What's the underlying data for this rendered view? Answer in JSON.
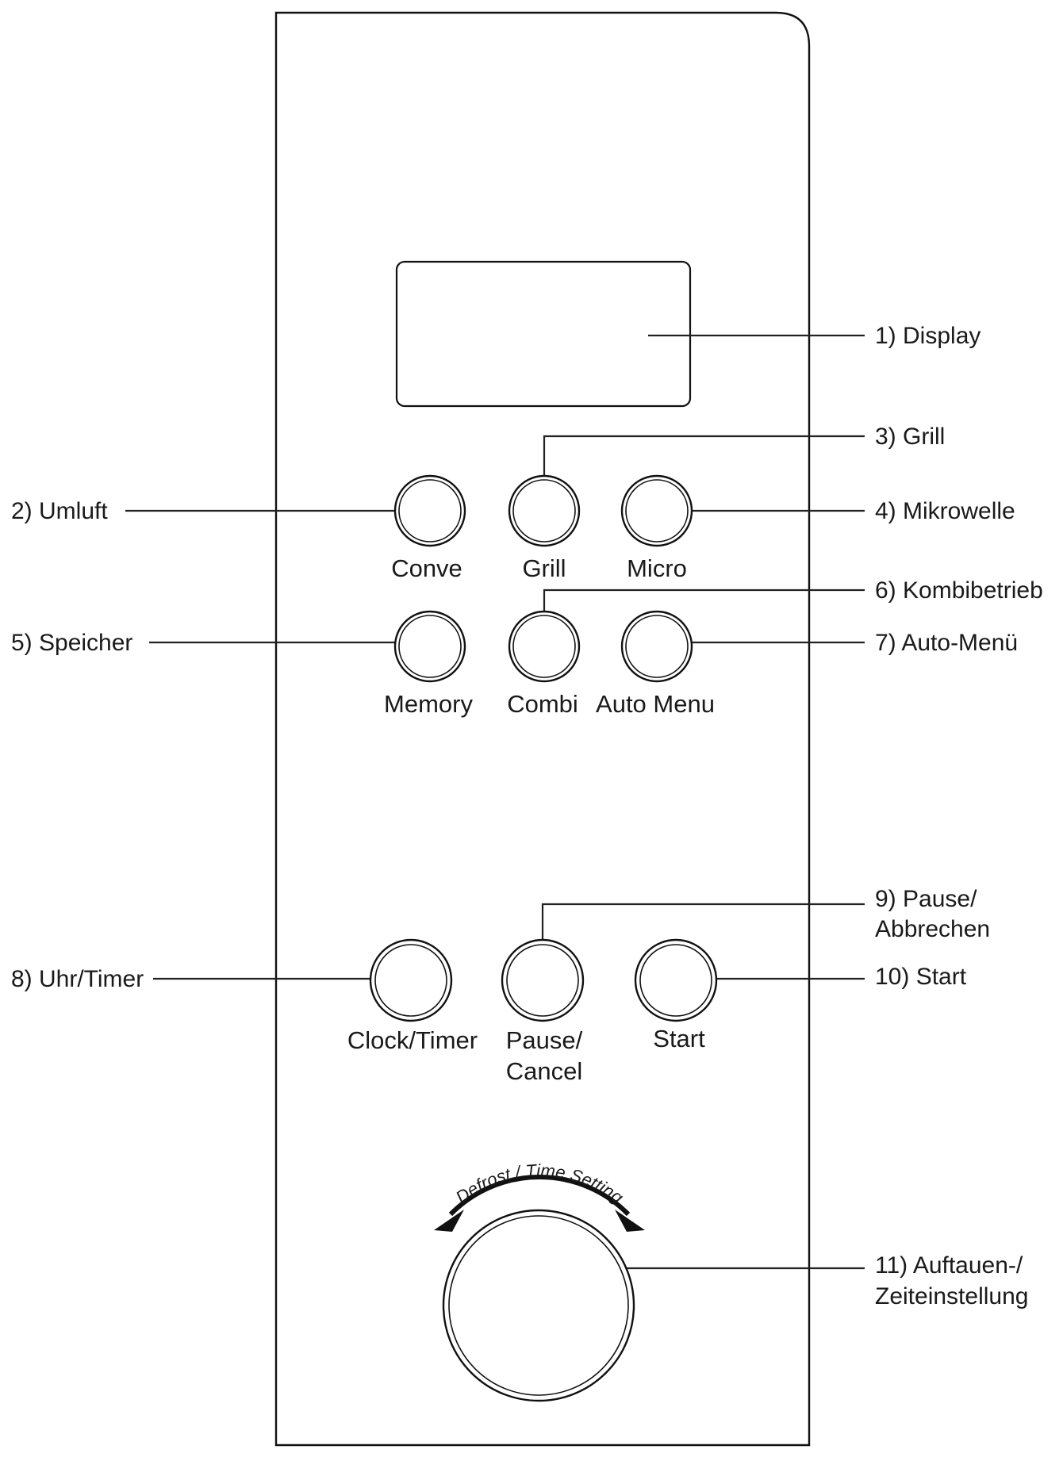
{
  "panel": {
    "buttons": [
      {
        "id": "conve",
        "label": "Conve"
      },
      {
        "id": "grill",
        "label": "Grill"
      },
      {
        "id": "micro",
        "label": "Micro"
      },
      {
        "id": "memory",
        "label": "Memory"
      },
      {
        "id": "combi",
        "label": "Combi"
      },
      {
        "id": "auto-menu",
        "label": "Auto Menu"
      },
      {
        "id": "clock-timer",
        "label": "Clock/Timer"
      },
      {
        "id": "pause-cancel",
        "label_line1": "Pause/",
        "label_line2": "Cancel"
      },
      {
        "id": "start",
        "label": "Start"
      }
    ],
    "dial": {
      "arc_label": "Defrost / Time Setting"
    }
  },
  "callouts": {
    "display": "1) Display",
    "umluft": "2) Umluft",
    "grill": "3) Grill",
    "mikrowelle": "4) Mikrowelle",
    "speicher": "5) Speicher",
    "kombibetrieb": "6) Kombibetrieb",
    "auto_menu": "7) Auto-Menü",
    "uhr_timer": "8) Uhr/Timer",
    "pause_line1": "9) Pause/",
    "pause_line2": "Abbrechen",
    "start": "10) Start",
    "dial_line1": "11) Auftauen-/",
    "dial_line2": "Zeiteinstellung"
  }
}
